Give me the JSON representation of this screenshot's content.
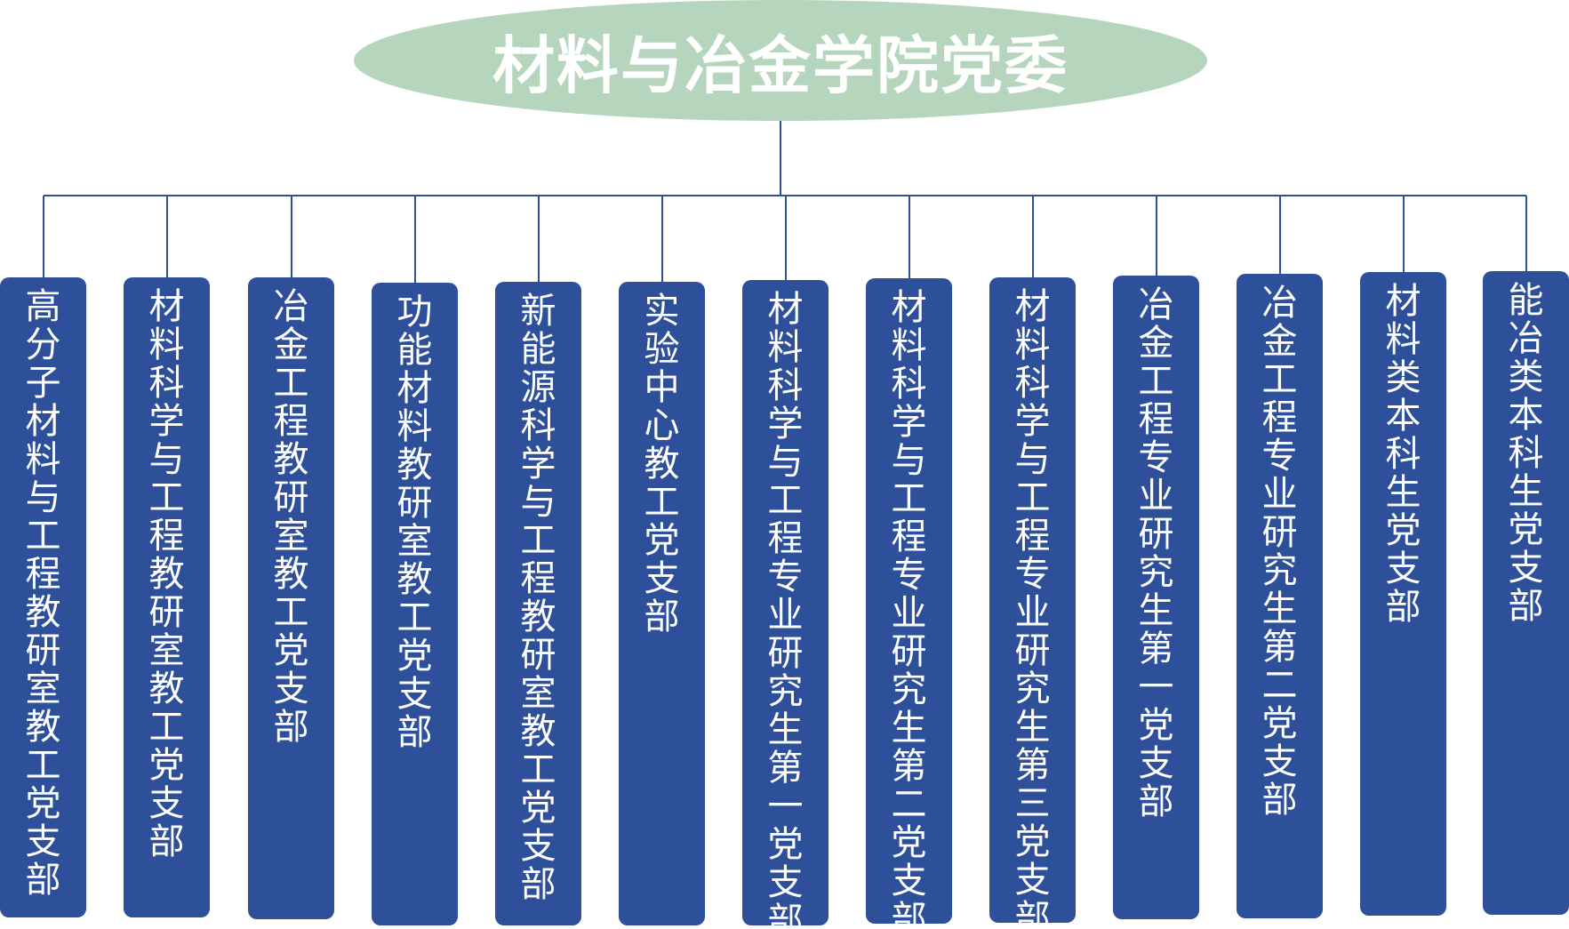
{
  "diagram": {
    "root": {
      "label": "材料与冶金学院党委",
      "fill": "#b5d5bc",
      "text_color": "#ffffff"
    },
    "line_color": "#2e4f9a",
    "branch_fill": "#2e4f9a",
    "branch_text_color": "#ffffff",
    "branches": [
      {
        "label": "高分子材料与工程教研室教工党支部"
      },
      {
        "label": "材料科学与工程教研室教工党支部"
      },
      {
        "label": "冶金工程教研室教工党支部"
      },
      {
        "label": "功能材料教研室教工党支部"
      },
      {
        "label": "新能源科学与工程教研室教工党支部"
      },
      {
        "label": "实验中心教工党支部"
      },
      {
        "label": "材料科学与工程专业研究生第一党支部"
      },
      {
        "label": "材料科学与工程专业研究生第二党支部"
      },
      {
        "label": "材料科学与工程专业研究生第三党支部"
      },
      {
        "label": "冶金工程专业研究生第一党支部"
      },
      {
        "label": "冶金工程专业研究生第二党支部"
      },
      {
        "label": "材料类本科生党支部"
      },
      {
        "label": "能冶类本科生党支部"
      }
    ]
  }
}
